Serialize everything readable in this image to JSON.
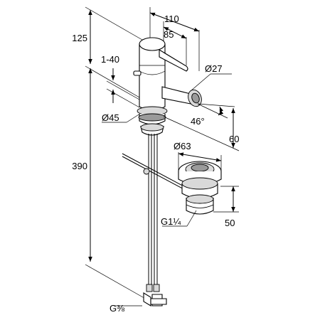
{
  "dimensions": {
    "total_height": "390",
    "top_height": "125",
    "reach_total": "110",
    "reach_spout": "85",
    "mount_range": "1-40",
    "body_diameter": "Ø45",
    "spout_diameter": "Ø27",
    "swivel_angle": "46°",
    "spout_height": "60",
    "waste_diameter": "Ø63",
    "waste_height": "50",
    "waste_thread": "G1¼",
    "supply_thread": "G⅜"
  }
}
